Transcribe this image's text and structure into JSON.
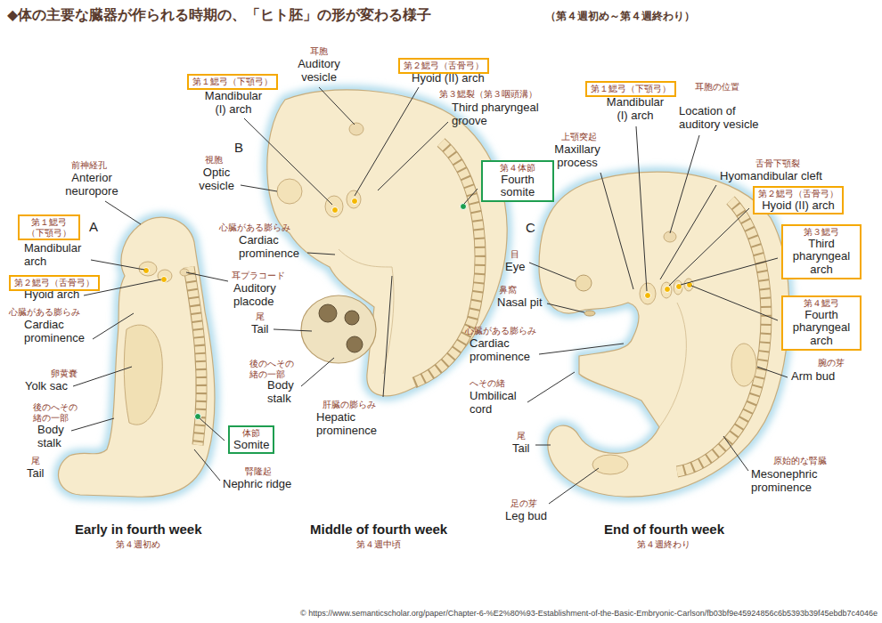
{
  "diagram": {
    "title": "◆体の主要な臓器が作られる時期の、「ヒト胚」の形が変わる様子",
    "nodes": [
      {
        "text": [
          "第１鰓弓 （下顎弓）"
        ]
      },
      {
        "text": [
          "第２鰓弓（舌骨弓）"
        ]
      },
      {
        "text": [
          "体節",
          "Somite"
        ]
      },
      {
        "text": [
          "第１鰓弓（下顎弓）"
        ]
      },
      {
        "text": [
          "第２鰓弓（舌骨弓）"
        ]
      },
      {
        "text": [
          "第４体節",
          "Fourth somite"
        ]
      },
      {
        "text": [
          "第１鰓弓（下顎弓）"
        ]
      },
      {
        "text": [
          "第２鰓弓（舌骨弓）",
          "Hyoid (II) arch"
        ]
      },
      {
        "text": [
          "第３鰓弓",
          "Third pharyngeal arch"
        ]
      },
      {
        "text": [
          "第４鰓弓",
          "Fourth pharyngeal arch"
        ]
      }
    ],
    "labels": [
      "（第４週初め～第４週終わり）",
      "A",
      "前神経孔",
      "Anterior neuropore",
      "Mandibular arch",
      "Hyoid arch",
      "心臓がある膨らみ",
      "Cardiac prominence",
      "卵黄嚢",
      "Yolk sac",
      "後のへその 緒の一部",
      "Body stalk",
      "尾",
      "Tail",
      "耳プラコード",
      "Auditory placode",
      "腎隆起",
      "Nephric ridge",
      "Early in fourth week",
      "第４週初め",
      "B",
      "耳胞",
      "Auditory vesicle",
      "Mandibular (I) arch",
      "Hyoid (II) arch",
      "第３鰓裂（第３咽頭溝）",
      "Third pharyngeal groove",
      "視胞",
      "Optic vesicle",
      "心臓がある膨らみ",
      "Cardiac prominence",
      "尾",
      "Tail",
      "後のへその 緒の一部",
      "Body stalk",
      "肝臓の膨らみ",
      "Hepatic prominence",
      "Middle of fourth week",
      "第４週中頃",
      "Mandibular (I) arch",
      "耳胞の位置",
      "Location of auditory vesicle",
      "上顎突起",
      "Maxillary process",
      "舌骨下顎裂",
      "Hyomandibular cleft",
      "C",
      "目",
      "Eye",
      "鼻窩",
      "Nasal pit",
      "心臓がある膨らみ",
      "Cardiac prominence",
      "へその緒",
      "Umbilical cord",
      "尾",
      "Tail",
      "足の芽",
      "Leg bud",
      "腕の芽",
      "Arm bud",
      "原始的な腎臓",
      "Mesonephric prominence",
      "End of fourth week",
      "第４週終わり",
      "© https://www.semanticscholar.org/paper/Chapter-6-%E2%80%93-Establishment-of-the-Basic-Embryonic-Carlson/fb03bf9e45924856c6b5393b39f45ebdb7c4046e"
    ]
  }
}
